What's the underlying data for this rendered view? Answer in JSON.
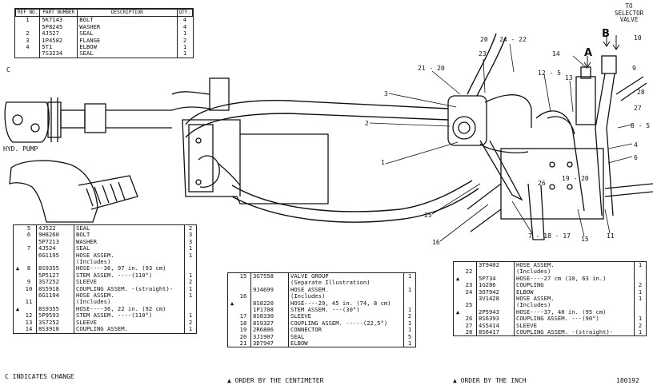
{
  "drawing_number": "180192",
  "top_table": {
    "headers": [
      "REF NO.",
      "PART NUMBER",
      "DESCRIPTION",
      "QTY."
    ],
    "change_marker": "C",
    "rows": [
      {
        "ref": "1",
        "pn": "5K7143",
        "desc": "BOLT",
        "qty": "4"
      },
      {
        "ref": "",
        "pn": "5P8245",
        "desc": "WASHER",
        "qty": "4"
      },
      {
        "ref": "2",
        "pn": "4J527",
        "desc": "SEAL",
        "qty": "1"
      },
      {
        "ref": "3",
        "pn": "1P4582",
        "desc": "FLANGE",
        "qty": "2"
      },
      {
        "ref": "4",
        "pn": "5T1",
        "desc": "ELBOW",
        "qty": "1"
      },
      {
        "ref": "",
        "pn": "7S3234",
        "desc": "SEAL",
        "qty": "1"
      }
    ]
  },
  "pump_label": "HYD. PUMP",
  "selector_label": [
    "TO",
    "SELECTOR",
    "VALVE"
  ],
  "callouts": [
    "A",
    "B",
    "10",
    "9",
    "27",
    "28",
    "8 - 5",
    "4",
    "6",
    "19 - 20",
    "26",
    "11",
    "15",
    "7 - 18 - 17",
    "16",
    "25",
    "1",
    "2",
    "3",
    "21 - 20",
    "23",
    "20 - 24 - 22",
    "12 - 5",
    "13",
    "14"
  ],
  "left_table": {
    "rows": [
      {
        "mark": "",
        "ref": "5",
        "pn": "4J522",
        "desc": "SEAL",
        "qty": "2"
      },
      {
        "mark": "",
        "ref": "6",
        "pn": "9H8260",
        "desc": "BOLT",
        "qty": "3"
      },
      {
        "mark": "",
        "ref": "",
        "pn": "5P7213",
        "desc": "WASHER",
        "qty": "3"
      },
      {
        "mark": "",
        "ref": "7",
        "pn": "4J524",
        "desc": "SEAL",
        "qty": "1"
      },
      {
        "mark": "",
        "ref": "",
        "pn": "6G1195",
        "desc": "HOSE ASSEM.",
        "qty": "1"
      },
      {
        "mark": "",
        "ref": "",
        "pn": "",
        "desc": "(Includes)",
        "qty": ""
      },
      {
        "mark": "▲",
        "ref": "8",
        "pn": "8S9355",
        "desc": "HOSE----36, 97 in. (93 cm)",
        "qty": ""
      },
      {
        "mark": "",
        "ref": "",
        "pn": "5P5127",
        "desc": "STEM ASSEM. ----(110°)",
        "qty": "1"
      },
      {
        "mark": "",
        "ref": "9",
        "pn": "3S7252",
        "desc": "SLEEVE",
        "qty": "2"
      },
      {
        "mark": "",
        "ref": "10",
        "pn": "8S5918",
        "desc": "COUPLING ASSEM. -(straight)-",
        "qty": "1"
      },
      {
        "mark": "",
        "ref": "",
        "pn": "6G1194",
        "desc": "HOSE ASSEM.",
        "qty": "1"
      },
      {
        "mark": "",
        "ref": "11",
        "pn": "",
        "desc": "(Includes)",
        "qty": ""
      },
      {
        "mark": "▲",
        "ref": "",
        "pn": "8S9355",
        "desc": "HOSE----36, 22 in. (92 cm)",
        "qty": ""
      },
      {
        "mark": "",
        "ref": "12",
        "pn": "5P9593",
        "desc": "STEM ASSEM. ----(110°)",
        "qty": "1"
      },
      {
        "mark": "",
        "ref": "13",
        "pn": "3S7252",
        "desc": "SLEEVE",
        "qty": "2"
      },
      {
        "mark": "",
        "ref": "14",
        "pn": "8S3918",
        "desc": "COUPLING ASSEM.",
        "qty": "1"
      }
    ]
  },
  "middle_table": {
    "rows": [
      {
        "mark": "",
        "ref": "15",
        "pn": "3G7558",
        "desc": "VALVE GROUP",
        "qty": "1"
      },
      {
        "mark": "",
        "ref": "",
        "pn": "",
        "desc": "(Separate Illustration)",
        "qty": ""
      },
      {
        "mark": "",
        "ref": "",
        "pn": "9J4699",
        "desc": "HOSE ASSEM.",
        "qty": "1"
      },
      {
        "mark": "",
        "ref": "16",
        "pn": "",
        "desc": "(Includes)",
        "qty": ""
      },
      {
        "mark": "▲",
        "ref": "",
        "pn": "8S8220",
        "desc": "HOSE----29, 45 in. (74, 8 cm)",
        "qty": ""
      },
      {
        "mark": "",
        "ref": "",
        "pn": "1P1708",
        "desc": "STEM ASSEM. ---(30°)",
        "qty": "1"
      },
      {
        "mark": "",
        "ref": "17",
        "pn": "8S8330",
        "desc": "SLEEVE",
        "qty": "2"
      },
      {
        "mark": "",
        "ref": "18",
        "pn": "8S9327",
        "desc": "COUPLING ASSEM. -----(22,5°)",
        "qty": "1"
      },
      {
        "mark": "",
        "ref": "19",
        "pn": "2R6806",
        "desc": "CONNECTOR",
        "qty": "1"
      },
      {
        "mark": "",
        "ref": "20",
        "pn": "3J1907",
        "desc": "SEAL",
        "qty": "5"
      },
      {
        "mark": "",
        "ref": "21",
        "pn": "3D7947",
        "desc": "ELBOW",
        "qty": "1"
      }
    ]
  },
  "right_table": {
    "rows": [
      {
        "mark": "",
        "ref": "",
        "pn": "3T9402",
        "desc": "HOSE ASSEM.",
        "qty": "1"
      },
      {
        "mark": "",
        "ref": "22",
        "pn": "",
        "desc": "(Includes)",
        "qty": ""
      },
      {
        "mark": "▲",
        "ref": "",
        "pn": "5P734",
        "desc": "HOSE----27 cm (10, 63 in.)",
        "qty": ""
      },
      {
        "mark": "",
        "ref": "23",
        "pn": "1G286",
        "desc": "COUPLING",
        "qty": "2"
      },
      {
        "mark": "",
        "ref": "24",
        "pn": "3O7942",
        "desc": "ELBOW",
        "qty": "1"
      },
      {
        "mark": "",
        "ref": "",
        "pn": "3V1428",
        "desc": "HOSE ASSEM.",
        "qty": "1"
      },
      {
        "mark": "",
        "ref": "25",
        "pn": "",
        "desc": "(Includes)",
        "qty": ""
      },
      {
        "mark": "▲",
        "ref": "",
        "pn": "2P5943",
        "desc": "HOSE----37, 40 in. (95 cm)",
        "qty": ""
      },
      {
        "mark": "",
        "ref": "26",
        "pn": "8S6393",
        "desc": "COUPLING ASSEM. ---(90°)",
        "qty": "1"
      },
      {
        "mark": "",
        "ref": "27",
        "pn": "4S5414",
        "desc": "SLEEVE",
        "qty": "2"
      },
      {
        "mark": "",
        "ref": "28",
        "pn": "8S6417",
        "desc": "COUPLING ASSEM. -(straight)-",
        "qty": "1"
      }
    ]
  },
  "footnotes": {
    "change": "C INDICATES CHANGE",
    "centimeter": "▲ ORDER BY THE CENTIMETER",
    "inch": "▲ ORDER BY THE INCH"
  }
}
